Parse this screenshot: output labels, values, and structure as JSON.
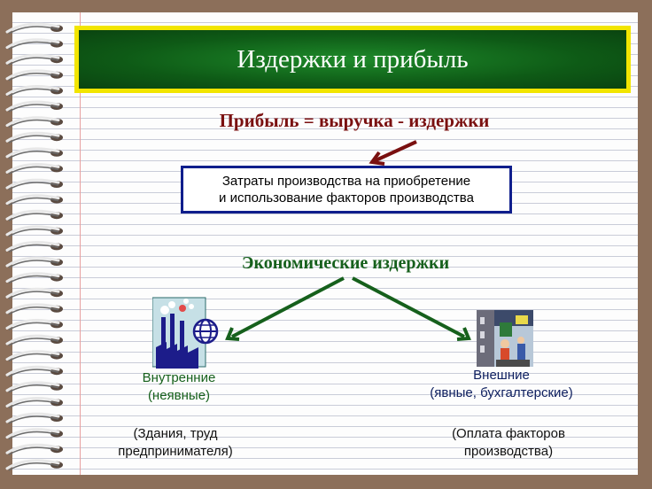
{
  "slide": {
    "title": "Издержки и прибыль",
    "formula": "Прибыль = выручка - издержки",
    "costs_definition": {
      "line1": "Затраты производства на приобретение",
      "line2": "и использование факторов производства"
    },
    "economic_costs": "Экономические издержки",
    "internal": {
      "title_line1": "Внутренние",
      "title_line2": "(неявные)",
      "example_line1": "(Здания, труд",
      "example_line2": "предпринимателя)"
    },
    "external": {
      "title_line1": "Внешние",
      "title_line2": "(явные, бухгалтерские)",
      "example_line1": "(Оплата факторов",
      "example_line2": "производства)"
    },
    "icons": [
      "factory-icon",
      "globe-icon",
      "street-scene-icon"
    ],
    "colors": {
      "title_bg": "#0e5a16",
      "title_border": "#f2e500",
      "formula": "#7a1010",
      "box_border": "#0f1e8c",
      "economic": "#16601c",
      "internal_label": "#16601c",
      "external_label": "#0f2060"
    }
  }
}
